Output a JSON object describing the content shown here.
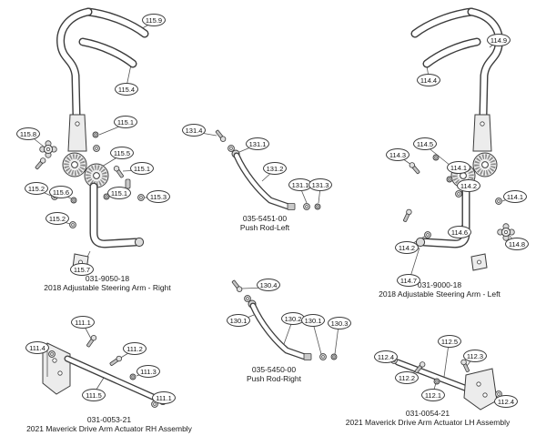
{
  "colors": {
    "line": "#3c3c3c",
    "background": "#ffffff"
  },
  "assemblies": {
    "steering_right": {
      "part_number": "031-9050-18",
      "title": "2018 Adjustable Steering Arm - Right",
      "callouts": [
        "115.9",
        "115.4",
        "115.1",
        "115.8",
        "115.5",
        "115.1",
        "115.2",
        "115.6",
        "115.1",
        "115.3",
        "115.2",
        "115.7"
      ]
    },
    "push_rod_left": {
      "part_number": "035-5451-00",
      "title": "Push Rod-Left",
      "callouts": [
        "131.4",
        "131.1",
        "131.2",
        "131.1",
        "131.3"
      ]
    },
    "steering_left": {
      "part_number": "031-9000-18",
      "title": "2018 Adjustable Steering Arm - Left",
      "callouts": [
        "114.9",
        "114.4",
        "114.3",
        "114.5",
        "114.1",
        "114.2",
        "114.1",
        "114.6",
        "114.2",
        "114.8",
        "114.7"
      ]
    },
    "actuator_rh": {
      "part_number": "031-0053-21",
      "title": "2021 Maverick Drive Arm Actuator RH Assembly",
      "callouts": [
        "111.1",
        "111.4",
        "111.2",
        "111.3",
        "111.5",
        "111.1"
      ]
    },
    "push_rod_right": {
      "part_number": "035-5450-00",
      "title": "Push Rod-Right",
      "callouts": [
        "130.4",
        "130.1",
        "130.2",
        "130.1",
        "130.3"
      ]
    },
    "actuator_lh": {
      "part_number": "031-0054-21",
      "title": "2021 Maverick Drive Arm Actuator LH Assembly",
      "callouts": [
        "112.5",
        "112.4",
        "112.3",
        "112.2",
        "112.1",
        "112.4"
      ]
    }
  }
}
